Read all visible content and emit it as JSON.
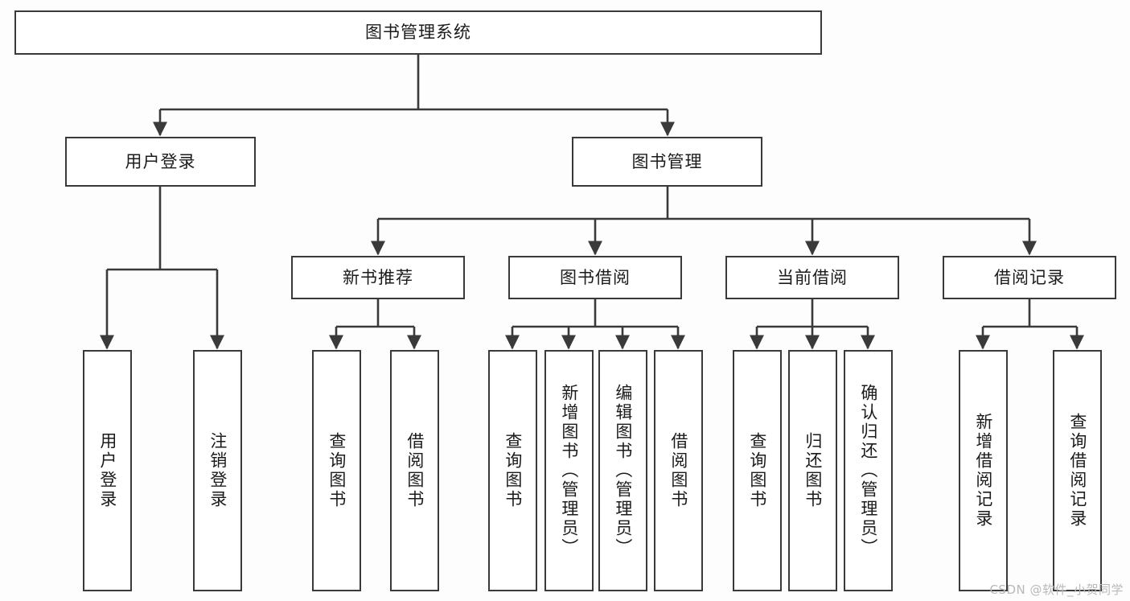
{
  "diagram": {
    "type": "tree",
    "title": "图书管理系统",
    "watermark": "CSDN @软件_小贺同学",
    "colors": {
      "node_border": "#3a3a3a",
      "node_fill": "#ffffff",
      "edge": "#3a3a3a",
      "text": "#1b1b1b",
      "watermark": "#b9b9b9",
      "background": "#fdfdfd"
    },
    "root": {
      "id": "root",
      "label": "图书管理系统"
    },
    "level1": [
      {
        "id": "user-login",
        "label": "用户登录"
      },
      {
        "id": "book-manage",
        "label": "图书管理"
      }
    ],
    "level2": [
      {
        "id": "new-book-rec",
        "label": "新书推荐",
        "parent": "book-manage"
      },
      {
        "id": "book-borrow",
        "label": "图书借阅",
        "parent": "book-manage"
      },
      {
        "id": "current-borrow",
        "label": "当前借阅",
        "parent": "book-manage"
      },
      {
        "id": "borrow-record",
        "label": "借阅记录",
        "parent": "book-manage"
      }
    ],
    "leaves": [
      {
        "id": "leaf-user-login",
        "label": "用户登录",
        "parent": "user-login"
      },
      {
        "id": "leaf-user-logout",
        "label": "注销登录",
        "parent": "user-login"
      },
      {
        "id": "leaf-query-book-1",
        "label": "查询图书",
        "parent": "new-book-rec"
      },
      {
        "id": "leaf-borrow-book-1",
        "label": "借阅图书",
        "parent": "new-book-rec"
      },
      {
        "id": "leaf-query-book-2",
        "label": "查询图书",
        "parent": "book-borrow"
      },
      {
        "id": "leaf-add-book",
        "label": "新增图书（管理员）",
        "parent": "book-borrow"
      },
      {
        "id": "leaf-edit-book",
        "label": "编辑图书（管理员）",
        "parent": "book-borrow"
      },
      {
        "id": "leaf-borrow-book-2",
        "label": "借阅图书",
        "parent": "book-borrow"
      },
      {
        "id": "leaf-query-book-3",
        "label": "查询图书",
        "parent": "current-borrow"
      },
      {
        "id": "leaf-return-book",
        "label": "归还图书",
        "parent": "current-borrow"
      },
      {
        "id": "leaf-confirm-return",
        "label": "确认归还（管理员）",
        "parent": "current-borrow"
      },
      {
        "id": "leaf-add-record",
        "label": "新增借阅记录",
        "parent": "borrow-record"
      },
      {
        "id": "leaf-query-record",
        "label": "查询借阅记录",
        "parent": "borrow-record"
      }
    ]
  }
}
